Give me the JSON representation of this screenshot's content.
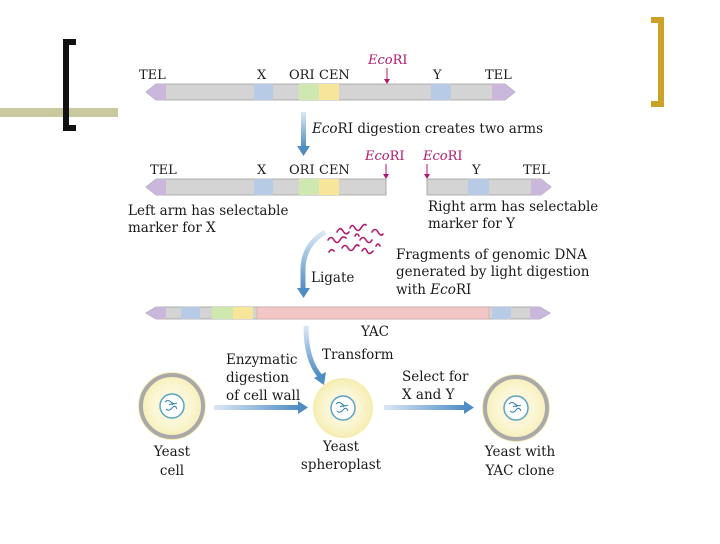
{
  "diagram": {
    "top_construct": {
      "labels": [
        "TEL",
        "X",
        "ORI",
        "CEN",
        "Y",
        "TEL"
      ],
      "site_label_italic": "Eco",
      "site_label_rest": "RI"
    },
    "step1_caption_italic": "Eco",
    "step1_caption_rest": "RI digestion creates two arms",
    "left_arm": {
      "labels": [
        "TEL",
        "X",
        "ORI",
        "CEN"
      ],
      "site_italic": "Eco",
      "site_rest": "RI",
      "caption_line1": "Left arm has selectable",
      "caption_line2": "marker for X"
    },
    "right_arm": {
      "labels": [
        "Y",
        "TEL"
      ],
      "site_italic": "Eco",
      "site_rest": "RI",
      "caption_line1": "Right arm has selectable",
      "caption_line2": "marker for Y"
    },
    "fragments_caption_line1": "Fragments of genomic DNA",
    "fragments_caption_line2": "generated by light digestion",
    "fragments_caption_line3_pre": "with ",
    "fragments_caption_line3_italic": "Eco",
    "fragments_caption_line3_rest": "RI",
    "ligate_label": "Ligate",
    "yac_label": "YAC",
    "transform_label": "Transform",
    "enzymatic_line1": "Enzymatic",
    "enzymatic_line2": "digestion",
    "enzymatic_line3": "of cell wall",
    "select_line1": "Select for",
    "select_line2": "X and Y",
    "cells": [
      {
        "line1": "Yeast",
        "line2": "cell"
      },
      {
        "line1": "Yeast",
        "line2": "spheroplast"
      },
      {
        "line1": "Yeast with",
        "line2": "YAC clone"
      }
    ]
  },
  "colors": {
    "bar": "#d4d4d4",
    "telomere": "#c9b8dc",
    "marker": "#b8cbe6",
    "ori": "#cfe8b0",
    "cen": "#f7e59a",
    "genomic": "#f3c6c6",
    "ecori": "#b0186e",
    "arrow": "#6fa3cf",
    "bracket_left": "#111111",
    "bracket_right": "#c9a227",
    "accent_bar": "#c9c9a0"
  }
}
